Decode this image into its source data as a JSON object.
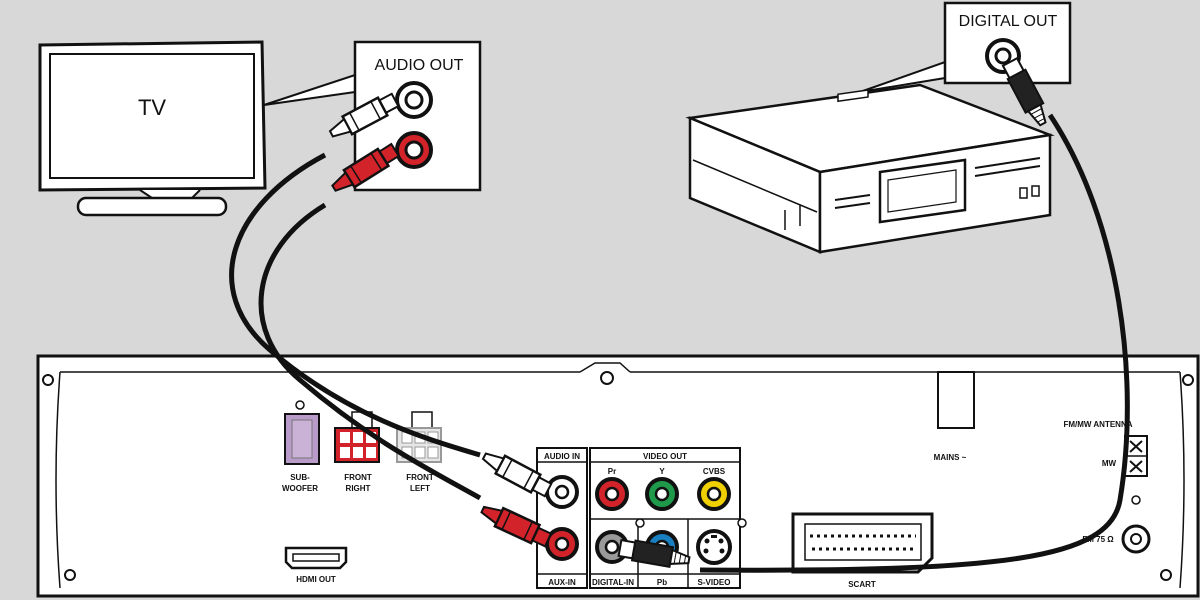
{
  "tv": {
    "label": "TV"
  },
  "callouts": {
    "audio_out": "AUDIO OUT",
    "digital_out": "DIGITAL OUT"
  },
  "unit_panel": {
    "subwoofer": [
      "SUB-",
      "WOOFER"
    ],
    "front_right": [
      "FRONT",
      "RIGHT"
    ],
    "front_left": [
      "FRONT",
      "LEFT"
    ],
    "hdmi_out": "HDMI OUT",
    "audio_in": "AUDIO IN",
    "aux_in": "AUX-IN",
    "video_out": "VIDEO OUT",
    "pr": "Pr",
    "y": "Y",
    "cvbs": "CVBS",
    "digital_in": "DIGITAL-IN",
    "pb": "Pb",
    "s_video": "S-VIDEO",
    "scart": "SCART",
    "mains": "MAINS ~",
    "antenna": "FM/MW ANTENNA",
    "mw": "MW",
    "fm": "FM 75 Ω"
  },
  "colors": {
    "background": "#d8d8d8",
    "red_plug": "#d2232a",
    "green_jack": "#1e9a4a",
    "yellow_jack": "#f0d000",
    "blue_jack": "#1a7fc0",
    "subwoofer_purple": "#b89bc9"
  }
}
